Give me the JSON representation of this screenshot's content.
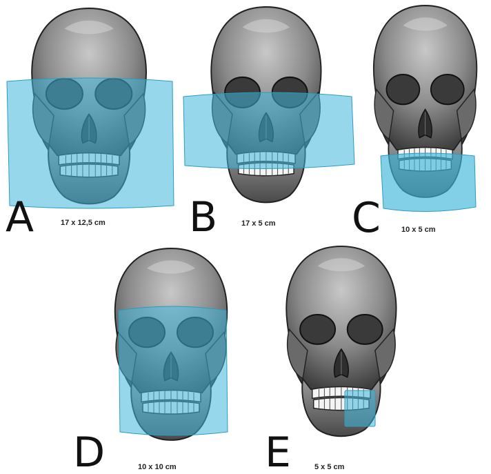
{
  "panels": [
    {
      "id": "panel-a",
      "letter": "A",
      "fov": "17 x 12,5 cm"
    },
    {
      "id": "panel-b",
      "letter": "B",
      "fov": "17 x 5 cm"
    },
    {
      "id": "panel-c",
      "letter": "C",
      "fov": "10 x 5 cm"
    },
    {
      "id": "panel-d",
      "letter": "D",
      "fov": "10 x 10 cm"
    },
    {
      "id": "panel-e",
      "letter": "E",
      "fov": "5 x 5 cm"
    }
  ],
  "colors": {
    "fov_overlay": "#3fb7da",
    "skull_gray": "#8a8a8a",
    "skull_dark": "#3a3a3a",
    "teeth": "#f4f4f4"
  }
}
